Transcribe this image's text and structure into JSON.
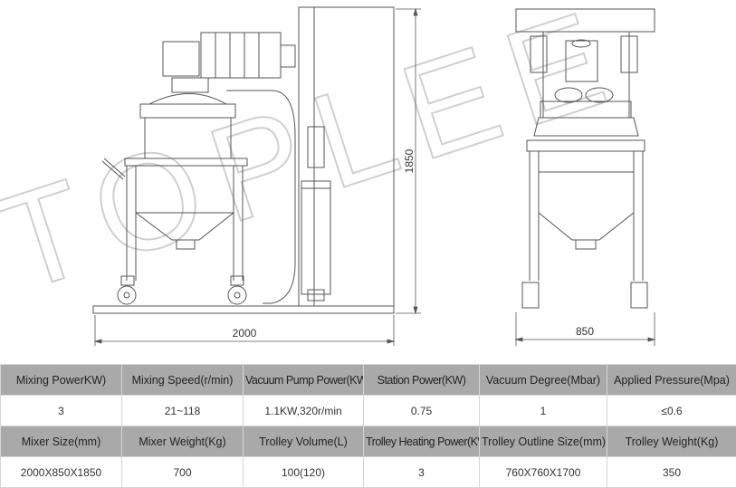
{
  "watermark": "TOPLEE",
  "drawing": {
    "front_width_dim": "2000",
    "height_dim": "1850",
    "side_width_dim": "850"
  },
  "table": {
    "row1_headers": [
      "Mixing PowerKW)",
      "Mixing Speed(r/min)",
      "Vacuum Pump Power(KW)",
      "Station Power(KW)",
      "Vacuum Degree(Mbar)",
      "Applied Pressure(Mpa)"
    ],
    "row1_values": [
      "3",
      "21~118",
      "1.1KW,320r/min",
      "0.75",
      "1",
      "≤0.6"
    ],
    "row2_headers": [
      "Mixer Size(mm)",
      "Mixer Weight(Kg)",
      "Trolley Volume(L)",
      "Trolley Heating Power(KW)",
      "Trolley Outline Size(mm)",
      "Trolley Weight(Kg)"
    ],
    "row2_values": [
      "2000X850X1850",
      "700",
      "100(120)",
      "3",
      "760X760X1700",
      "350"
    ]
  }
}
